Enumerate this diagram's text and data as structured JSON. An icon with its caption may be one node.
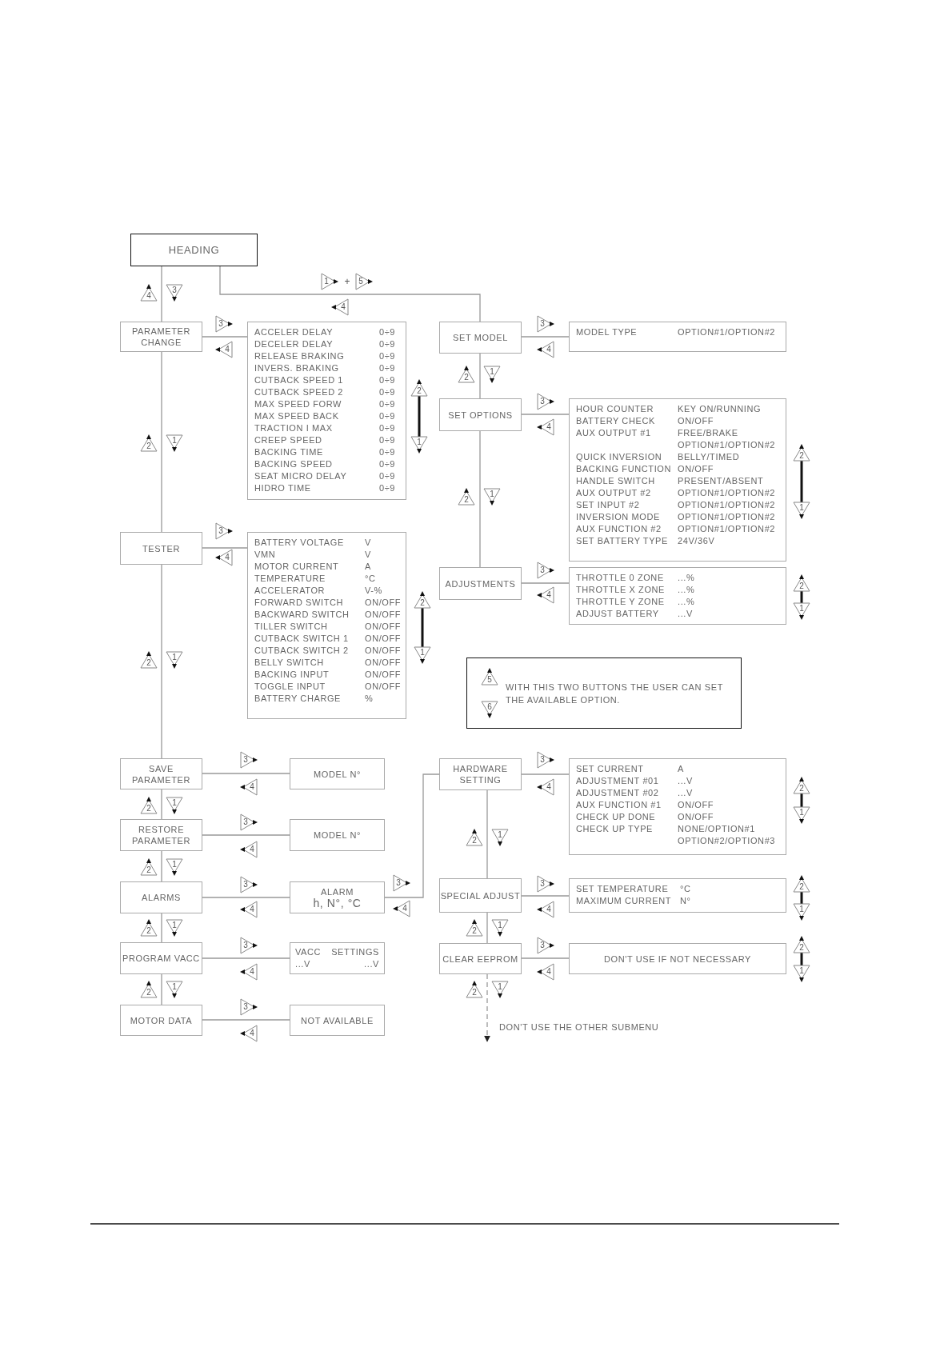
{
  "diagram": {
    "nodes": [
      {
        "text": [
          "HEADING"
        ]
      },
      {
        "text": [
          "PARAMETER CHANGE"
        ]
      },
      {
        "text": [
          "ACCELER DELAY",
          "0÷9",
          "DECELER DELAY",
          "0÷9",
          "RELEASE BRAKING",
          "0÷9",
          "INVERS. BRAKING",
          "0÷9",
          "CUTBACK SPEED 1",
          "0÷9",
          "CUTBACK SPEED 2",
          "0÷9",
          "MAX SPEED FORW",
          "0÷9",
          "MAX SPEED BACK",
          "0÷9",
          "TRACTION I MAX",
          "0÷9",
          "CREEP SPEED",
          "0÷9",
          "BACKING TIME",
          "0÷9",
          "BACKING SPEED",
          "0÷9",
          "SEAT MICRO DELAY",
          "0÷9",
          "HIDRO TIME",
          "0÷9"
        ]
      },
      {
        "text": [
          "TESTER"
        ]
      },
      {
        "text": [
          "BATTERY VOLTAGE",
          "V",
          "VMN",
          "V",
          "MOTOR CURRENT",
          "A",
          "TEMPERATURE",
          "°C",
          "ACCELERATOR",
          "V-%",
          "FORWARD SWITCH",
          "ON/OFF",
          "BACKWARD SWITCH",
          "ON/OFF",
          "TILLER SWITCH",
          "ON/OFF",
          "CUTBACK SWITCH 1",
          "ON/OFF",
          "CUTBACK SWITCH 2",
          "ON/OFF",
          "BELLY SWITCH",
          "ON/OFF",
          "BACKING INPUT",
          "ON/OFF",
          "TOGGLE INPUT",
          "ON/OFF",
          "BATTERY CHARGE",
          "%"
        ]
      },
      {
        "text": [
          "SAVE PARAMETER"
        ]
      },
      {
        "text": [
          "MODEL N°"
        ]
      },
      {
        "text": [
          "RESTORE PARAMETER"
        ]
      },
      {
        "text": [
          "MODEL N°"
        ]
      },
      {
        "text": [
          "ALARMS"
        ]
      },
      {
        "text": [
          "ALARM",
          "h, N°, °C"
        ]
      },
      {
        "text": [
          "PROGRAM VACC"
        ]
      },
      {
        "text": [
          "VACC",
          "SETTINGS",
          "...V",
          "...V"
        ]
      },
      {
        "text": [
          "MOTOR DATA"
        ]
      },
      {
        "text": [
          "NOT AVAILABLE"
        ]
      },
      {
        "text": [
          "SET MODEL"
        ]
      },
      {
        "text": [
          "MODEL TYPE",
          "OPTION#1/OPTION#2"
        ]
      },
      {
        "text": [
          "SET OPTIONS"
        ]
      },
      {
        "text": [
          "HOUR COUNTER",
          "KEY ON/RUNNING",
          "BATTERY CHECK",
          "ON/OFF",
          "AUX OUTPUT #1",
          "FREE/BRAKE OPTION#1/OPTION#2",
          "QUICK INVERSION",
          "BELLY/TIMED",
          "BACKING FUNCTION",
          "ON/OFF",
          "HANDLE SWITCH",
          "PRESENT/ABSENT",
          "AUX OUTPUT #2",
          "OPTION#1/OPTION#2",
          "SET INPUT #2",
          "OPTION#1/OPTION#2",
          "INVERSION MODE",
          "OPTION#1/OPTION#2",
          "AUX FUNCTION #2",
          "OPTION#1/OPTION#2",
          "SET BATTERY TYPE",
          "24V/36V"
        ]
      },
      {
        "text": [
          "ADJUSTMENTS"
        ]
      },
      {
        "text": [
          "THROTTLE 0 ZONE",
          "...%",
          "THROTTLE X ZONE",
          "...%",
          "THROTTLE Y ZONE",
          "...%",
          "ADJUST BATTERY",
          "...V"
        ]
      },
      {
        "text": [
          "WITH THIS TWO BUTTONS THE USER CAN SET THE AVAILABLE OPTION."
        ]
      },
      {
        "text": [
          "HARDWARE SETTING"
        ]
      },
      {
        "text": [
          "SET CURRENT",
          "A",
          "ADJUSTMENT #01",
          "...V",
          "ADJUSTMENT #02",
          "...V",
          "AUX FUNCTION #1",
          "ON/OFF",
          "CHECK UP DONE",
          "ON/OFF",
          "CHECK UP TYPE",
          "NONE/OPTION#1 OPTION#2/OPTION#3"
        ]
      },
      {
        "text": [
          "SPECIAL ADJUST"
        ]
      },
      {
        "text": [
          "SET TEMPERATURE",
          "°C",
          "MAXIMUM CURRENT",
          "N°"
        ]
      },
      {
        "text": [
          "CLEAR EEPROM"
        ]
      },
      {
        "text": [
          "DON'T USE IF NOT NECESSARY"
        ]
      }
    ],
    "edges": [
      {
        "from": 0,
        "to": 1,
        "arrow": "none"
      },
      {
        "from": 1,
        "to": 3,
        "arrow": "none"
      },
      {
        "from": 3,
        "to": 5,
        "arrow": "none"
      },
      {
        "from": 5,
        "to": 7,
        "arrow": "none"
      },
      {
        "from": 7,
        "to": 9,
        "arrow": "none"
      },
      {
        "from": 9,
        "to": 11,
        "arrow": "none"
      },
      {
        "from": 11,
        "to": 13,
        "arrow": "none"
      },
      {
        "from": 0,
        "to": 15,
        "arrow": "none"
      },
      {
        "from": 1,
        "to": 2,
        "arrow": "none"
      },
      {
        "from": 3,
        "to": 4,
        "arrow": "none"
      },
      {
        "from": 5,
        "to": 6,
        "arrow": "none"
      },
      {
        "from": 7,
        "to": 8,
        "arrow": "none"
      },
      {
        "from": 9,
        "to": 10,
        "arrow": "none"
      },
      {
        "from": 11,
        "to": 12,
        "arrow": "none"
      },
      {
        "from": 13,
        "to": 14,
        "arrow": "none"
      },
      {
        "from": 15,
        "to": 16,
        "arrow": "none"
      },
      {
        "from": 15,
        "to": 17,
        "arrow": "none"
      },
      {
        "from": 17,
        "to": 18,
        "arrow": "none"
      },
      {
        "from": 17,
        "to": 19,
        "arrow": "none"
      },
      {
        "from": 19,
        "to": 20,
        "arrow": "none"
      },
      {
        "from": 10,
        "to": 22,
        "arrow": "none"
      },
      {
        "from": 22,
        "to": 23,
        "arrow": "none"
      },
      {
        "from": 22,
        "to": 24,
        "arrow": "none"
      },
      {
        "from": 24,
        "to": 25,
        "arrow": "none"
      },
      {
        "from": 24,
        "to": 26,
        "arrow": "none"
      },
      {
        "from": 26,
        "to": 27,
        "arrow": "none"
      },
      {
        "from": 26,
        "to": null,
        "arrow": "to",
        "style": "dashed",
        "label": "DON'T USE THE OTHER SUBMENU"
      }
    ],
    "labels": [
      "4",
      "3",
      "1",
      "+",
      "5",
      "4",
      "3",
      "4",
      "3",
      "4",
      "2",
      "1",
      "2",
      "1",
      "2",
      "1",
      "3",
      "4",
      "2",
      "1",
      "2",
      "1",
      "3",
      "4",
      "3",
      "4",
      "2",
      "1",
      "2",
      "1",
      "2",
      "1",
      "5",
      "6",
      "3",
      "4",
      "3",
      "4",
      "2",
      "1",
      "2",
      "1",
      "3",
      "4",
      "2",
      "1",
      "2",
      "1",
      "3",
      "4",
      "3",
      "4",
      "3",
      "4",
      "2",
      "1",
      "2",
      "1",
      "2",
      "1",
      "3",
      "4",
      "3",
      "4",
      "2",
      "1",
      "2",
      "1",
      "2",
      "1",
      "3",
      "4"
    ]
  }
}
